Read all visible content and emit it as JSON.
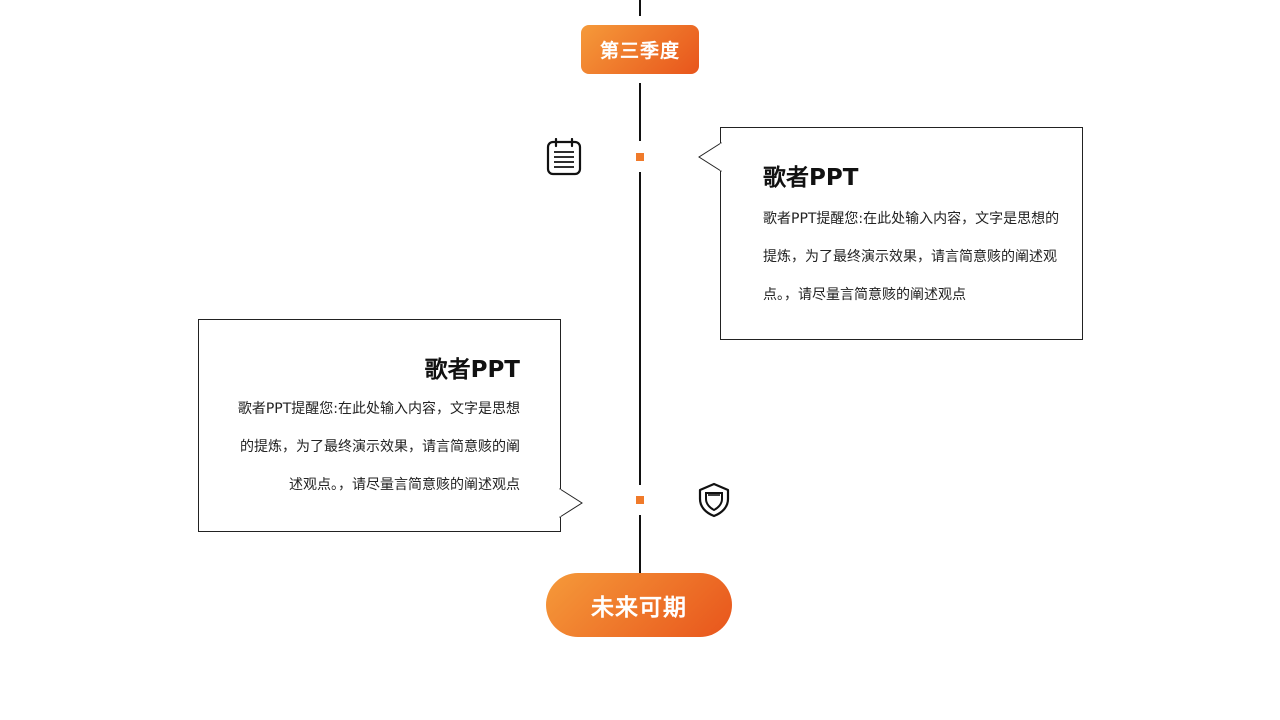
{
  "timeline": {
    "top_label": "第三季度",
    "bottom_label": "未来可期"
  },
  "cards": [
    {
      "title": "歌者PPT",
      "body": "歌者PPT提醒您:在此处输入内容，文字是思想的提炼，为了最终演示效果，请言简意赅的阐述观点。，请尽量言简意赅的阐述观点",
      "icon": "notepad-icon"
    },
    {
      "title": "歌者PPT",
      "body": "歌者PPT提醒您:在此处输入内容，文字是思想的提炼，为了最终演示效果，请言简意赅的阐述观点。，请尽量言简意赅的阐述观点",
      "icon": "shield-icon"
    }
  ],
  "colors": {
    "accent_start": "#f59a3a",
    "accent_end": "#e8551c",
    "dot": "#f07a2a"
  }
}
